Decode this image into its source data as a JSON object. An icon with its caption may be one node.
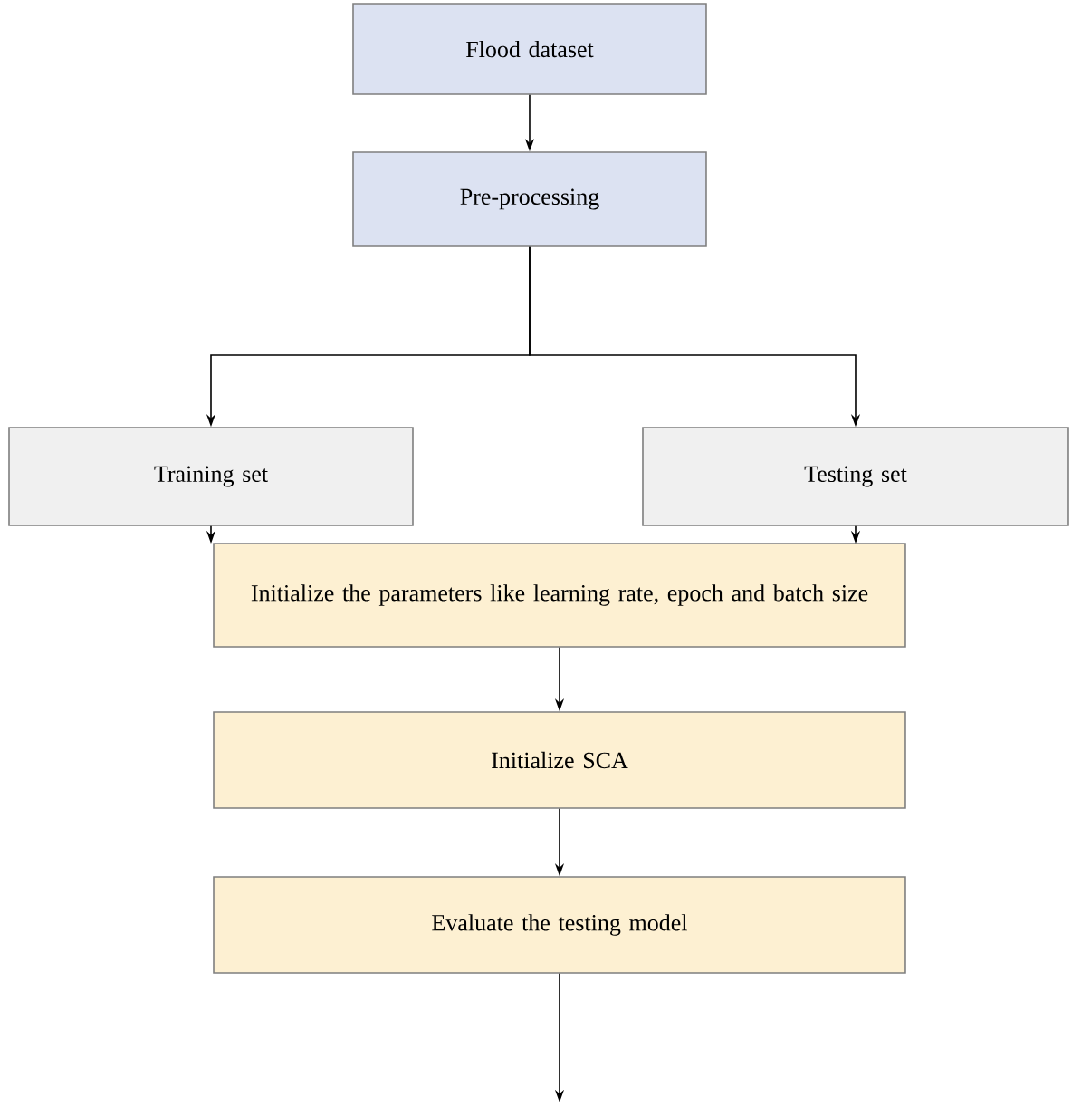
{
  "diagram": {
    "nodes": [
      {
        "text": [
          "Flood dataset"
        ]
      },
      {
        "text": [
          "Pre-processing"
        ]
      },
      {
        "text": [
          "Training set"
        ]
      },
      {
        "text": [
          "Testing set"
        ]
      },
      {
        "text": [
          "Initialize the parameters like learning rate, epoch and batch size"
        ]
      },
      {
        "text": [
          "Initialize SCA"
        ]
      },
      {
        "text": [
          "Evaluate the testing model"
        ]
      }
    ],
    "edges": [
      {
        "from": 0,
        "to": 1,
        "arrow": "to"
      },
      {
        "from": 1,
        "to": 2,
        "arrow": "to"
      },
      {
        "from": 1,
        "to": 3,
        "arrow": "to"
      },
      {
        "from": 2,
        "to": 4,
        "arrow": "to"
      },
      {
        "from": 3,
        "to": 4,
        "arrow": "to"
      },
      {
        "from": 4,
        "to": 5,
        "arrow": "to"
      },
      {
        "from": 5,
        "to": 6,
        "arrow": "to"
      },
      {
        "from": 6,
        "to": null,
        "arrow": "to"
      }
    ]
  }
}
